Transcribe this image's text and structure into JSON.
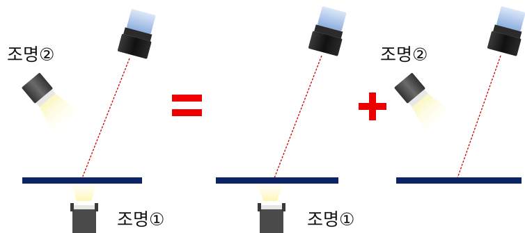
{
  "labels": {
    "light2_a": "조명②",
    "light1_a": "조명①",
    "light1_b": "조명①",
    "light2_b": "조명②"
  },
  "operators": {
    "equals": "=",
    "plus": "+"
  },
  "colors": {
    "surface": "#0c2466",
    "ray": "#cc0000",
    "operator": "#ee0000",
    "camera_body": "#222222",
    "camera_lens": "#a9c1e6",
    "light_body": "#505050",
    "light_glow": "#f7f2a8"
  },
  "icons": [
    "camera-icon",
    "lamp-icon",
    "light-beam-icon"
  ]
}
